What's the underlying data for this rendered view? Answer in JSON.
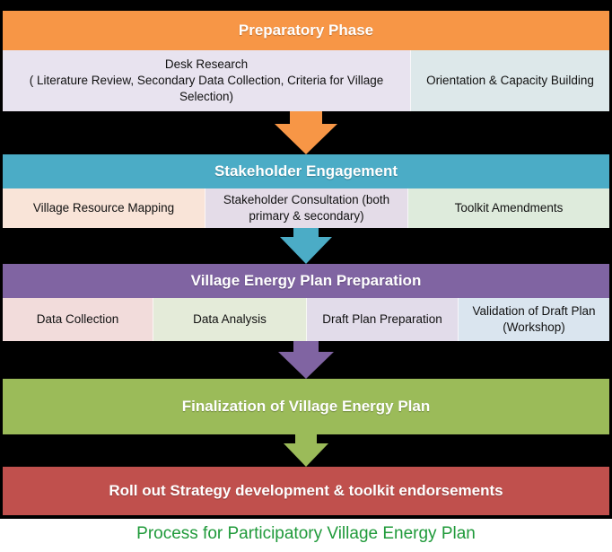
{
  "phases": [
    {
      "title": "Preparatory Phase",
      "color": "#f79646",
      "steps": [
        {
          "text": "Desk Research\n( Literature Review, Secondary Data Collection, Criteria for Village Selection)",
          "color": "#e8e3ef"
        },
        {
          "text": "Orientation & Capacity Building",
          "color": "#dde8ea"
        }
      ]
    },
    {
      "title": "Stakeholder Engagement",
      "color": "#4bacc6",
      "steps": [
        {
          "text": "Village Resource Mapping",
          "color": "#f9e4d8"
        },
        {
          "text": "Stakeholder Consultation (both primary & secondary)",
          "color": "#e4dce8"
        },
        {
          "text": "Toolkit Amendments",
          "color": "#deebdc"
        }
      ]
    },
    {
      "title": "Village Energy Plan Preparation",
      "color": "#8064a2",
      "steps": [
        {
          "text": "Data Collection",
          "color": "#f2dcdb"
        },
        {
          "text": "Data Analysis",
          "color": "#e4ebd9"
        },
        {
          "text": "Draft Plan Preparation",
          "color": "#e2dcea"
        },
        {
          "text": "Validation of Draft Plan (Workshop)",
          "color": "#dae5ef"
        }
      ]
    },
    {
      "title": "Finalization of Village Energy Plan",
      "color": "#9bbb59",
      "steps": []
    },
    {
      "title": "Roll out Strategy development & toolkit endorsements",
      "color": "#c0504d",
      "steps": []
    }
  ],
  "arrow_colors": [
    "#f79646",
    "#4bacc6",
    "#8064a2",
    "#9bbb59"
  ],
  "caption": "Process for Participatory Village Energy Plan"
}
